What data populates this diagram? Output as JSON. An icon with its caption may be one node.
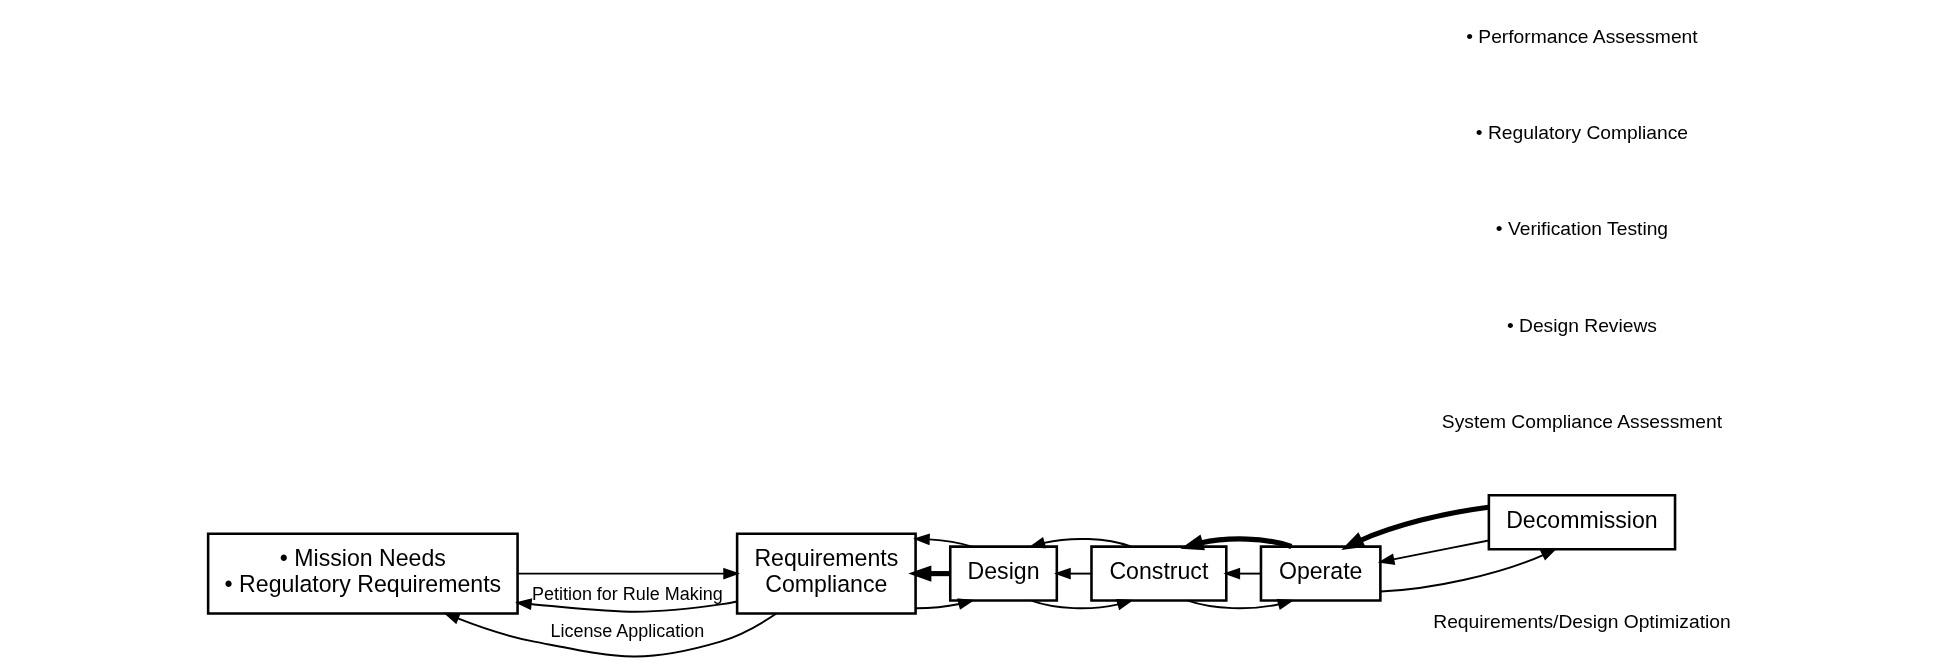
{
  "diagram": {
    "nodes": [
      {
        "text": [
          "• Mission Needs",
          "• Regulatory Requirements"
        ]
      },
      {
        "text": [
          "Requirements",
          "Compliance"
        ]
      },
      {
        "text": [
          "Design"
        ]
      },
      {
        "text": [
          "Construct"
        ]
      },
      {
        "text": [
          "Operate"
        ]
      },
      {
        "text": [
          "Decommission"
        ]
      }
    ],
    "edges": [
      {
        "from": 0,
        "to": 1,
        "arrow": "to"
      },
      {
        "from": 1,
        "to": 2,
        "arrow": "to"
      },
      {
        "from": 2,
        "to": 3,
        "arrow": "to"
      },
      {
        "from": 3,
        "to": 4,
        "arrow": "to"
      },
      {
        "from": 4,
        "to": 5,
        "arrow": "to"
      },
      {
        "from": 1,
        "to": 0,
        "arrow": "to",
        "label": "Petition for Rule Making"
      },
      {
        "from": 1,
        "to": 0,
        "arrow": "to",
        "label": "License Application"
      },
      {
        "from": 2,
        "to": 1,
        "arrow": "to",
        "style": "thick"
      },
      {
        "from": 3,
        "to": 2,
        "arrow": "to"
      },
      {
        "from": 4,
        "to": 3,
        "arrow": "to"
      },
      {
        "from": 5,
        "to": 4,
        "arrow": "to"
      },
      {
        "from": 2,
        "to": 1,
        "arrow": "to"
      },
      {
        "from": 3,
        "to": 2,
        "arrow": "to"
      },
      {
        "from": 4,
        "to": 3,
        "arrow": "to",
        "style": "thick"
      },
      {
        "from": 5,
        "to": 4,
        "arrow": "to",
        "style": "thick"
      }
    ],
    "labels": [
      "Requirements/Design Optimization",
      "System Compliance Assessment",
      "• Design Reviews",
      "• Verification Testing",
      "• Regulatory Compliance",
      "• Performance Assessment"
    ]
  }
}
